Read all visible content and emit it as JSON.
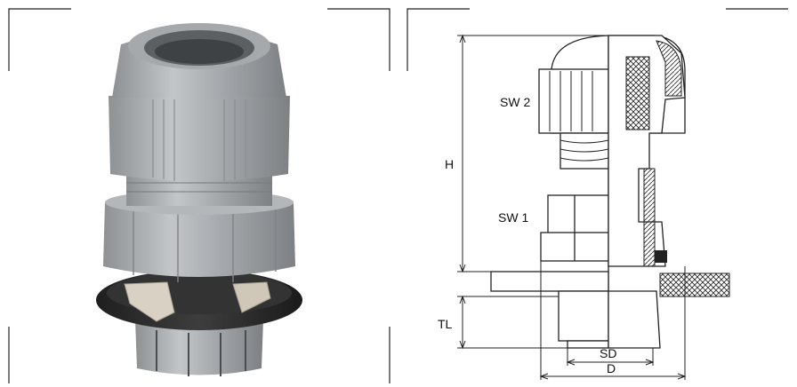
{
  "photo": {
    "subject": "cable-gland-photo"
  },
  "drawing": {
    "labels": {
      "height": "H",
      "wrench_size_2": "SW 2",
      "wrench_size_1": "SW 1",
      "thread_length": "TL",
      "seal_diameter": "SD",
      "diameter": "D"
    }
  },
  "colors": {
    "body_gray": "#9a9ea1",
    "seal_black": "#2b2b2b",
    "line": "#222222"
  }
}
